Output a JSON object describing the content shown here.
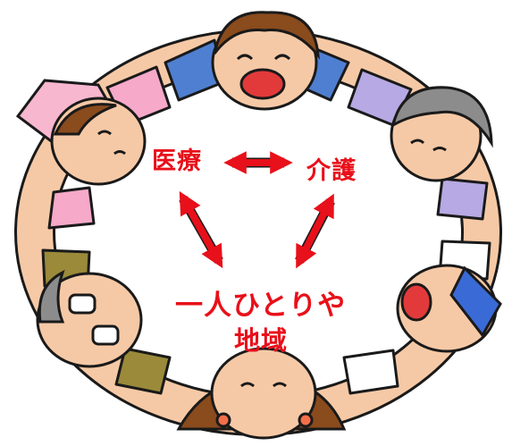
{
  "labels": {
    "medical": "医療",
    "care": "介護",
    "person": "一人ひとりや",
    "region": "地域"
  },
  "colors": {
    "text": "#e8101a",
    "arrow": "#e8101a",
    "outline": "#1a1a1a",
    "skin": "#f6c9a6",
    "hair_brown": "#8a4b1d",
    "hair_gray": "#8c8c8c",
    "sleeve_blue": "#4f7fd1",
    "sleeve_pink": "#f6a9c9",
    "sleeve_lavender": "#b7a9e3",
    "sleeve_olive": "#9a8a3a",
    "sleeve_white": "#ffffff",
    "nurse_cap": "#f7b7cf",
    "headband": "#3a6ad6",
    "mouth": "#e23a3a"
  },
  "icons": [
    "double-arrow-icon",
    "smiling-boy",
    "nurse",
    "grandmother",
    "grandfather-with-glasses",
    "man-with-headband",
    "girl-with-pigtails"
  ]
}
